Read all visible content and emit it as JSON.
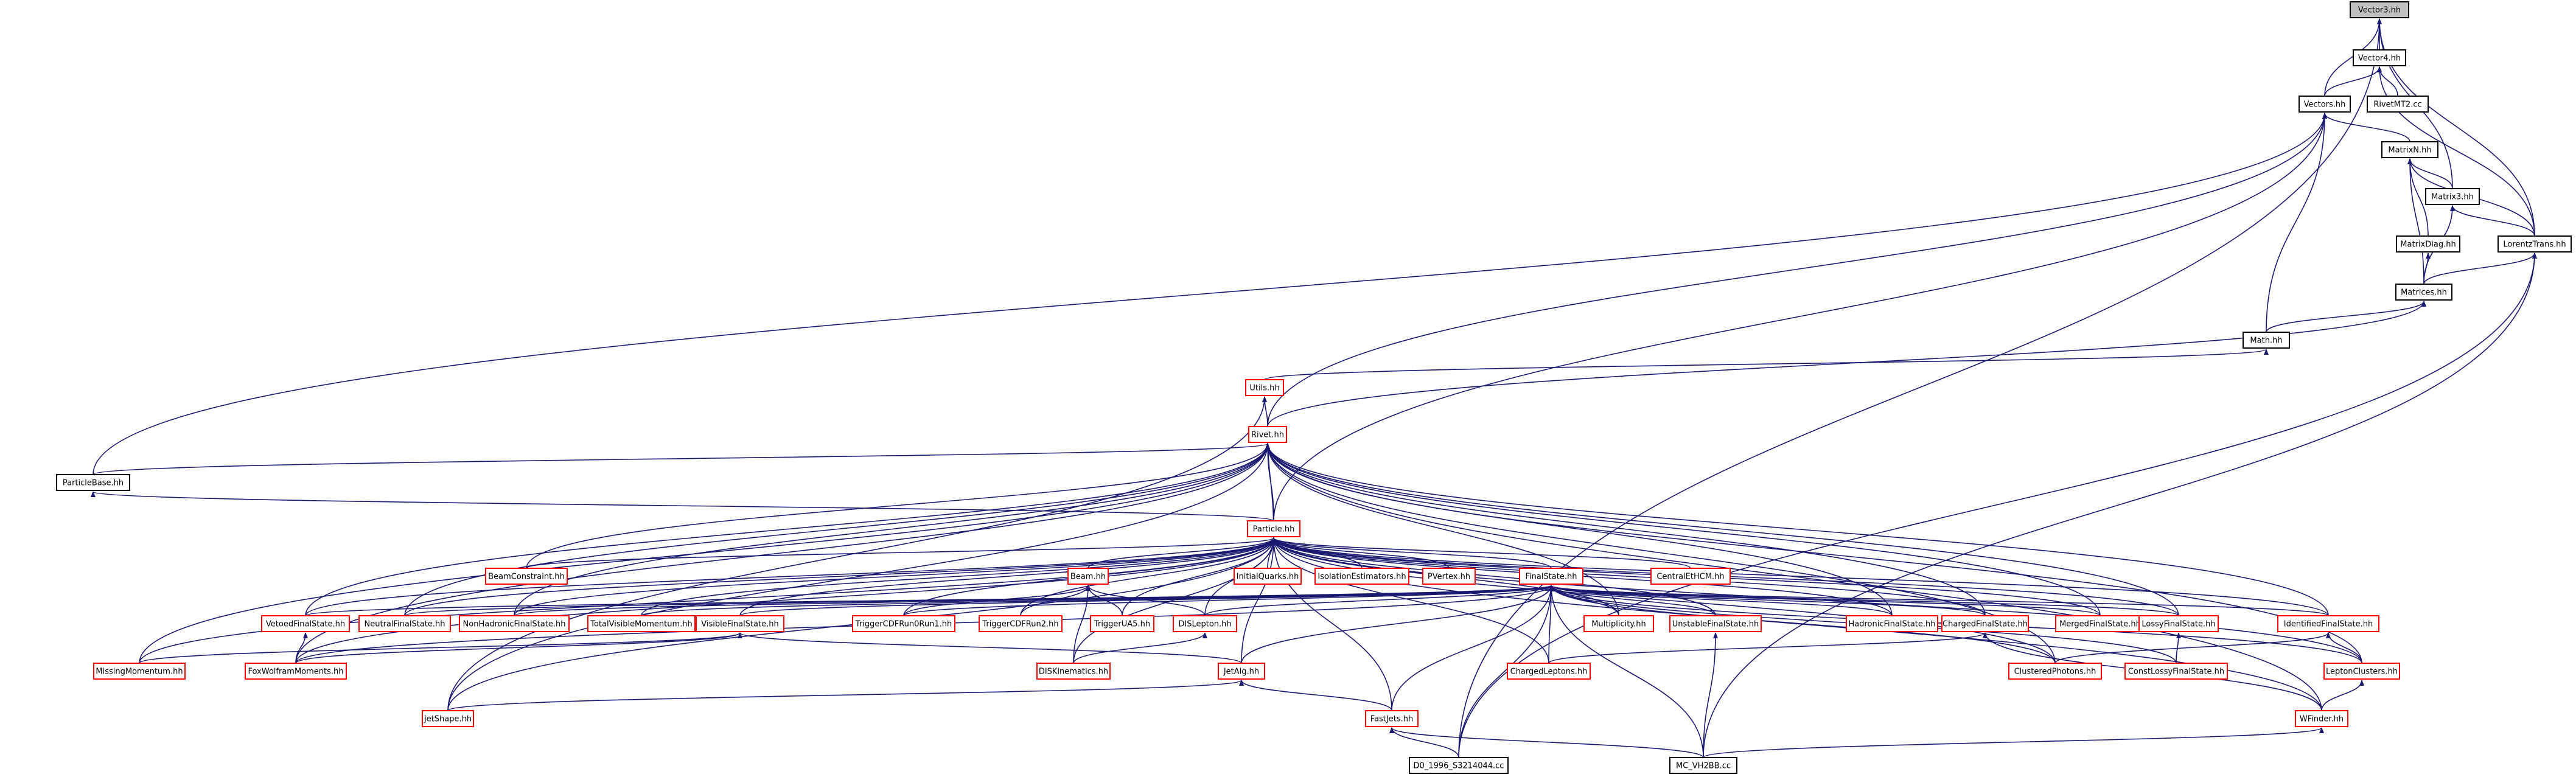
{
  "colors": {
    "edge": "#191970",
    "border_normal": "#000000",
    "border_red": "#ff0000",
    "highlight_fill": "#bfbfbf"
  },
  "nodes": [
    {
      "id": "vector3",
      "label": "Vector3.hh",
      "style": "highlight"
    },
    {
      "id": "vector4",
      "label": "Vector4.hh",
      "style": "black"
    },
    {
      "id": "rivetmt2",
      "label": "RivetMT2.cc",
      "style": "black"
    },
    {
      "id": "vectors",
      "label": "Vectors.hh",
      "style": "black"
    },
    {
      "id": "matrixn",
      "label": "MatrixN.hh",
      "style": "black"
    },
    {
      "id": "matrix3",
      "label": "Matrix3.hh",
      "style": "black"
    },
    {
      "id": "lorentztrans",
      "label": "LorentzTrans.hh",
      "style": "black"
    },
    {
      "id": "matrixdiag",
      "label": "MatrixDiag.hh",
      "style": "black"
    },
    {
      "id": "matrices",
      "label": "Matrices.hh",
      "style": "black"
    },
    {
      "id": "math",
      "label": "Math.hh",
      "style": "black"
    },
    {
      "id": "utils",
      "label": "Utils.hh",
      "style": "red"
    },
    {
      "id": "rivet",
      "label": "Rivet.hh",
      "style": "red"
    },
    {
      "id": "particlebase",
      "label": "ParticleBase.hh",
      "style": "black"
    },
    {
      "id": "particle",
      "label": "Particle.hh",
      "style": "red"
    },
    {
      "id": "beamconstraint",
      "label": "BeamConstraint.hh",
      "style": "red"
    },
    {
      "id": "beam",
      "label": "Beam.hh",
      "style": "red"
    },
    {
      "id": "initialquarks",
      "label": "InitialQuarks.hh",
      "style": "red"
    },
    {
      "id": "isolation",
      "label": "IsolationEstimators.hh",
      "style": "red"
    },
    {
      "id": "pvertex",
      "label": "PVertex.hh",
      "style": "red"
    },
    {
      "id": "finalstate",
      "label": "FinalState.hh",
      "style": "red"
    },
    {
      "id": "centraleihcm",
      "label": "CentralEtHCM.hh",
      "style": "red"
    },
    {
      "id": "vetoedfs",
      "label": "VetoedFinalState.hh",
      "style": "red"
    },
    {
      "id": "neutralfs",
      "label": "NeutralFinalState.hh",
      "style": "red"
    },
    {
      "id": "nonhadronicfs",
      "label": "NonHadronicFinalState.hh",
      "style": "red"
    },
    {
      "id": "totalvisible",
      "label": "TotalVisibleMomentum.hh",
      "style": "red"
    },
    {
      "id": "visiblefs",
      "label": "VisibleFinalState.hh",
      "style": "red"
    },
    {
      "id": "triggercdfrun0",
      "label": "TriggerCDFRun0Run1.hh",
      "style": "red"
    },
    {
      "id": "triggercdfrun2",
      "label": "TriggerCDFRun2.hh",
      "style": "red"
    },
    {
      "id": "triggerua5",
      "label": "TriggerUA5.hh",
      "style": "red"
    },
    {
      "id": "dislepton",
      "label": "DISLepton.hh",
      "style": "red"
    },
    {
      "id": "multiplicity",
      "label": "Multiplicity.hh",
      "style": "red"
    },
    {
      "id": "unstablefs",
      "label": "UnstableFinalState.hh",
      "style": "red"
    },
    {
      "id": "hadronicfs",
      "label": "HadronicFinalState.hh",
      "style": "red"
    },
    {
      "id": "chargedfs",
      "label": "ChargedFinalState.hh",
      "style": "red"
    },
    {
      "id": "mergedfs",
      "label": "MergedFinalState.hh",
      "style": "red"
    },
    {
      "id": "lossyfs",
      "label": "LossyFinalState.hh",
      "style": "red"
    },
    {
      "id": "identifiedfs",
      "label": "IdentifiedFinalState.hh",
      "style": "red"
    },
    {
      "id": "missingmomentum",
      "label": "MissingMomentum.hh",
      "style": "red"
    },
    {
      "id": "foxwolfram",
      "label": "FoxWolframMoments.hh",
      "style": "red"
    },
    {
      "id": "diskinematics",
      "label": "DISKinematics.hh",
      "style": "red"
    },
    {
      "id": "jetalg",
      "label": "JetAlg.hh",
      "style": "red"
    },
    {
      "id": "chargedleptons",
      "label": "ChargedLeptons.hh",
      "style": "red"
    },
    {
      "id": "clusteredphotons",
      "label": "ClusteredPhotons.hh",
      "style": "red"
    },
    {
      "id": "constlossyfs",
      "label": "ConstLossyFinalState.hh",
      "style": "red"
    },
    {
      "id": "leptonclusters",
      "label": "LeptonClusters.hh",
      "style": "red"
    },
    {
      "id": "jetshape",
      "label": "JetShape.hh",
      "style": "red"
    },
    {
      "id": "fastjets",
      "label": "FastJets.hh",
      "style": "red"
    },
    {
      "id": "wfinder",
      "label": "WFinder.hh",
      "style": "red"
    },
    {
      "id": "d0_1996",
      "label": "D0_1996_S3214044.cc",
      "style": "black"
    },
    {
      "id": "mc_vh2bb",
      "label": "MC_VH2BB.cc",
      "style": "black"
    }
  ],
  "edges": [
    [
      "vector4",
      "vector3"
    ],
    [
      "vectors",
      "vector3"
    ],
    [
      "matrix3",
      "vector3"
    ],
    [
      "lorentztrans",
      "vector3"
    ],
    [
      "d0_1996",
      "vector3"
    ],
    [
      "vectors",
      "vector4"
    ],
    [
      "rivetmt2",
      "vector4"
    ],
    [
      "lorentztrans",
      "vector4"
    ],
    [
      "matrixn",
      "vectors"
    ],
    [
      "particlebase",
      "vectors"
    ],
    [
      "math",
      "vectors"
    ],
    [
      "rivet",
      "vectors"
    ],
    [
      "particle",
      "vectors"
    ],
    [
      "matrix3",
      "matrixn"
    ],
    [
      "lorentztrans",
      "matrixn"
    ],
    [
      "matrixdiag",
      "matrixn"
    ],
    [
      "matrices",
      "matrixn"
    ],
    [
      "lorentztrans",
      "matrix3"
    ],
    [
      "matrices",
      "matrix3"
    ],
    [
      "matrices",
      "matrixdiag"
    ],
    [
      "matrices",
      "lorentztrans"
    ],
    [
      "d0_1996",
      "lorentztrans"
    ],
    [
      "mc_vh2bb",
      "lorentztrans"
    ],
    [
      "math",
      "matrices"
    ],
    [
      "rivet",
      "matrices"
    ],
    [
      "utils",
      "math"
    ],
    [
      "rivet",
      "utils"
    ],
    [
      "jetshape",
      "utils"
    ],
    [
      "particle",
      "rivet"
    ],
    [
      "particlebase",
      "rivet"
    ],
    [
      "beamconstraint",
      "rivet"
    ],
    [
      "vetoedfs",
      "rivet"
    ],
    [
      "neutralfs",
      "rivet"
    ],
    [
      "nonhadronicfs",
      "rivet"
    ],
    [
      "missingmomentum",
      "rivet"
    ],
    [
      "foxwolfram",
      "rivet"
    ],
    [
      "jetshape",
      "rivet"
    ],
    [
      "hadronicfs",
      "rivet"
    ],
    [
      "chargedfs",
      "rivet"
    ],
    [
      "mergedfs",
      "rivet"
    ],
    [
      "lossyfs",
      "rivet"
    ],
    [
      "identifiedfs",
      "rivet"
    ],
    [
      "clusteredphotons",
      "rivet"
    ],
    [
      "leptonclusters",
      "rivet"
    ],
    [
      "wfinder",
      "rivet"
    ],
    [
      "multiplicity",
      "rivet"
    ],
    [
      "rivet",
      "particle"
    ],
    [
      "particle",
      "particlebase"
    ],
    [
      "beamconstraint",
      "particle"
    ],
    [
      "beam",
      "particle"
    ],
    [
      "initialquarks",
      "particle"
    ],
    [
      "isolation",
      "particle"
    ],
    [
      "pvertex",
      "particle"
    ],
    [
      "finalstate",
      "particle"
    ],
    [
      "centraleihcm",
      "particle"
    ],
    [
      "vetoedfs",
      "particle"
    ],
    [
      "neutralfs",
      "particle"
    ],
    [
      "nonhadronicfs",
      "particle"
    ],
    [
      "totalvisible",
      "particle"
    ],
    [
      "visiblefs",
      "particle"
    ],
    [
      "triggercdfrun0",
      "particle"
    ],
    [
      "triggercdfrun2",
      "particle"
    ],
    [
      "triggerua5",
      "particle"
    ],
    [
      "dislepton",
      "particle"
    ],
    [
      "missingmomentum",
      "particle"
    ],
    [
      "foxwolfram",
      "particle"
    ],
    [
      "diskinematics",
      "particle"
    ],
    [
      "jetalg",
      "particle"
    ],
    [
      "chargedleptons",
      "particle"
    ],
    [
      "jetshape",
      "particle"
    ],
    [
      "multiplicity",
      "particle"
    ],
    [
      "unstablefs",
      "particle"
    ],
    [
      "hadronicfs",
      "particle"
    ],
    [
      "chargedfs",
      "particle"
    ],
    [
      "mergedfs",
      "particle"
    ],
    [
      "lossyfs",
      "particle"
    ],
    [
      "identifiedfs",
      "particle"
    ],
    [
      "leptonclusters",
      "particle"
    ],
    [
      "clusteredphotons",
      "particle"
    ],
    [
      "wfinder",
      "particle"
    ],
    [
      "triggercdfrun0",
      "beam"
    ],
    [
      "triggercdfrun2",
      "beam"
    ],
    [
      "triggerua5",
      "beam"
    ],
    [
      "dislepton",
      "beam"
    ],
    [
      "diskinematics",
      "beam"
    ],
    [
      "vetoedfs",
      "finalstate"
    ],
    [
      "neutralfs",
      "finalstate"
    ],
    [
      "nonhadronicfs",
      "finalstate"
    ],
    [
      "totalvisible",
      "finalstate"
    ],
    [
      "visiblefs",
      "finalstate"
    ],
    [
      "triggercdfrun0",
      "finalstate"
    ],
    [
      "dislepton",
      "finalstate"
    ],
    [
      "multiplicity",
      "finalstate"
    ],
    [
      "unstablefs",
      "finalstate"
    ],
    [
      "hadronicfs",
      "finalstate"
    ],
    [
      "chargedfs",
      "finalstate"
    ],
    [
      "mergedfs",
      "finalstate"
    ],
    [
      "lossyfs",
      "finalstate"
    ],
    [
      "identifiedfs",
      "finalstate"
    ],
    [
      "jetalg",
      "finalstate"
    ],
    [
      "fastjets",
      "finalstate"
    ],
    [
      "chargedleptons",
      "finalstate"
    ],
    [
      "clusteredphotons",
      "finalstate"
    ],
    [
      "constlossyfs",
      "finalstate"
    ],
    [
      "leptonclusters",
      "finalstate"
    ],
    [
      "d0_1996",
      "finalstate"
    ],
    [
      "mc_vh2bb",
      "finalstate"
    ],
    [
      "foxwolfram",
      "finalstate"
    ],
    [
      "missingmomentum",
      "visiblefs"
    ],
    [
      "foxwolfram",
      "visiblefs"
    ],
    [
      "jetalg",
      "visiblefs"
    ],
    [
      "foxwolfram",
      "vetoedfs"
    ],
    [
      "diskinematics",
      "dislepton"
    ],
    [
      "jetshape",
      "jetalg"
    ],
    [
      "fastjets",
      "jetalg"
    ],
    [
      "fastjets",
      "particle"
    ],
    [
      "d0_1996",
      "fastjets"
    ],
    [
      "mc_vh2bb",
      "fastjets"
    ],
    [
      "mc_vh2bb",
      "unstablefs"
    ],
    [
      "chargedleptons",
      "chargedfs"
    ],
    [
      "wfinder",
      "chargedfs"
    ],
    [
      "constlossyfs",
      "lossyfs"
    ],
    [
      "clusteredphotons",
      "identifiedfs"
    ],
    [
      "leptonclusters",
      "identifiedfs"
    ],
    [
      "wfinder",
      "leptonclusters"
    ],
    [
      "mc_vh2bb",
      "wfinder"
    ]
  ]
}
